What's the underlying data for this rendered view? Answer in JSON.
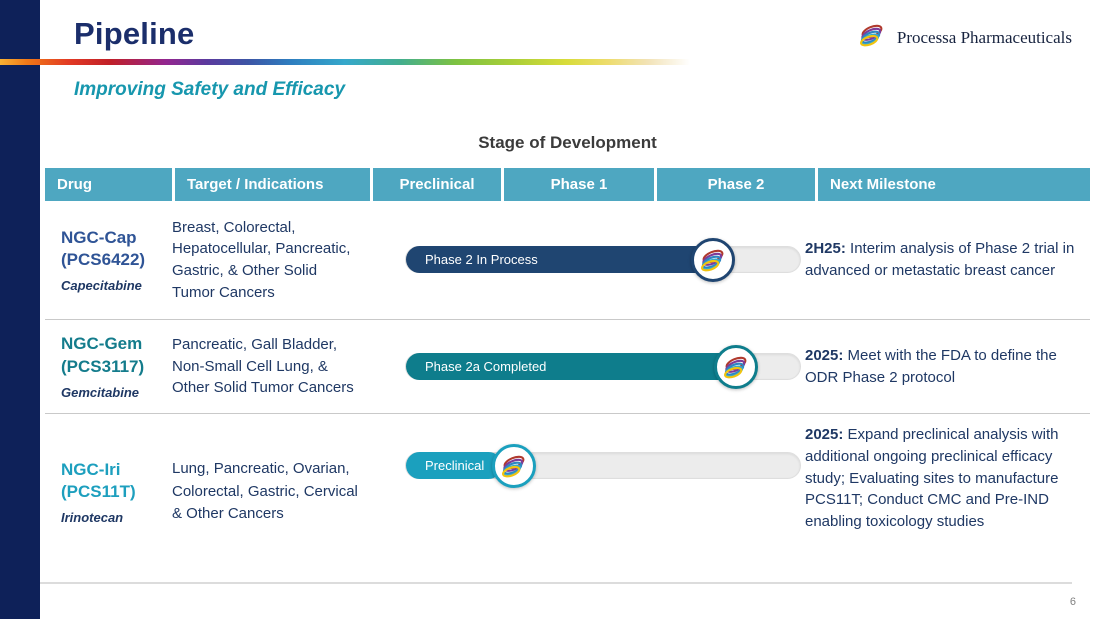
{
  "slide": {
    "title": "Pipeline",
    "subtitle": "Improving Safety and Efficacy",
    "brand": "Processa Pharmaceuticals",
    "stage_header": "Stage of Development",
    "page_number": "6"
  },
  "colors": {
    "left_bar": "#0e2159",
    "title": "#1b2e6b",
    "subtitle": "#1797ae",
    "table_header_bg": "#4ea7c1",
    "body_text": "#1f3864",
    "bar_row1": "#1f4571",
    "bar_row2": "#0e7d8c",
    "bar_row3": "#1ba0be",
    "bar_track": "#ececec"
  },
  "table": {
    "columns": [
      "Drug",
      "Target / Indications",
      "Preclinical",
      "Phase 1",
      "Phase 2",
      "Next Milestone"
    ],
    "rows": [
      {
        "drug_line1": "NGC-Cap",
        "drug_line2": "(PCS6422)",
        "generic": "Capecitabine",
        "target": "Breast, Colorectal, Hepatocellular, Pancreatic, Gastric, & Other Solid Tumor Cancers",
        "progress_label": "Phase 2 In Process",
        "milestone_prefix": "2H25:",
        "milestone_text": " Interim analysis of Phase 2 trial in advanced or metastatic breast cancer"
      },
      {
        "drug_line1": "NGC-Gem",
        "drug_line2": "(PCS3117)",
        "generic": "Gemcitabine",
        "target": "Pancreatic, Gall Bladder, Non-Small Cell Lung, & Other Solid Tumor Cancers",
        "progress_label": "Phase 2a Completed",
        "milestone_prefix": "2025:",
        "milestone_text": "  Meet with the FDA to define the ODR Phase 2 protocol"
      },
      {
        "drug_line1": "NGC-Iri",
        "drug_line2": "(PCS11T)",
        "generic": "Irinotecan",
        "target": "Lung, Pancreatic, Ovarian, Colorectal, Gastric, Cervical & Other Cancers",
        "progress_label": "Preclinical",
        "milestone_prefix": "2025:",
        "milestone_text": " Expand preclinical analysis with additional ongoing preclinical efficacy study; Evaluating sites to manufacture PCS11T; Conduct CMC and Pre-IND enabling toxicology studies"
      }
    ]
  }
}
